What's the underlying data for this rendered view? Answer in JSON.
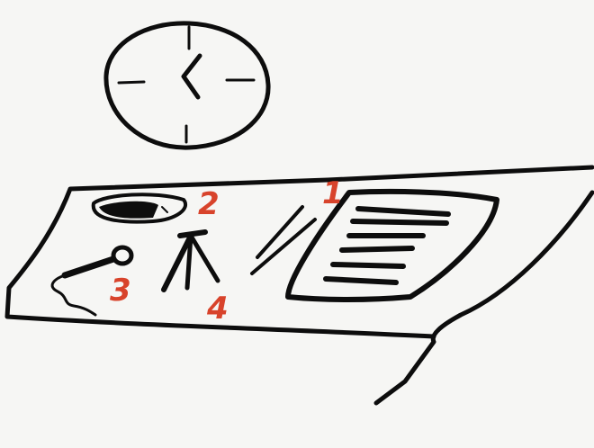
{
  "colors": {
    "background": "#f6f6f4",
    "ink": "#0d0d0d",
    "label": "#d8432b"
  },
  "markers": {
    "m1": "1",
    "m2": "2",
    "m3": "3",
    "m4": "4"
  }
}
